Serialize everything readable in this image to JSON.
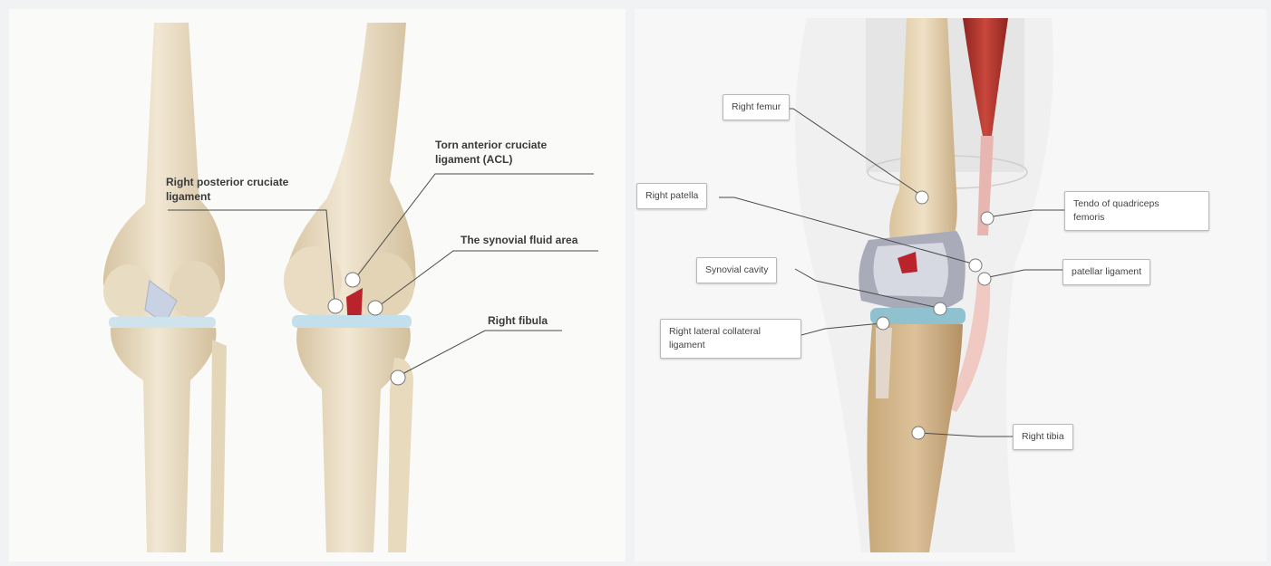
{
  "left_panel": {
    "labels": {
      "posterior_cruciate": "Right posterior cruciate\nligament",
      "torn_acl": "Torn anterior cruciate\nligament (ACL)",
      "synovial_fluid": "The synovial fluid area",
      "right_fibula": "Right fibula"
    }
  },
  "right_panel": {
    "labels": {
      "right_femur": "Right femur",
      "right_patella": "Right patella",
      "synovial_cavity": "Synovial cavity",
      "lateral_collateral": "Right lateral collateral\nligament",
      "tendo_quadriceps": "Tendo of quadriceps\nfemoris",
      "patellar_ligament": "patellar ligament",
      "right_tibia": "Right tibia"
    }
  },
  "colors": {
    "bone": "#ece0c8",
    "bone_shadow": "#d8c6a4",
    "cartilage": "#b7d8e6",
    "ligament_red": "#b8232c",
    "muscle_red": "#b83a32",
    "leader_line": "#4a4a4a"
  }
}
